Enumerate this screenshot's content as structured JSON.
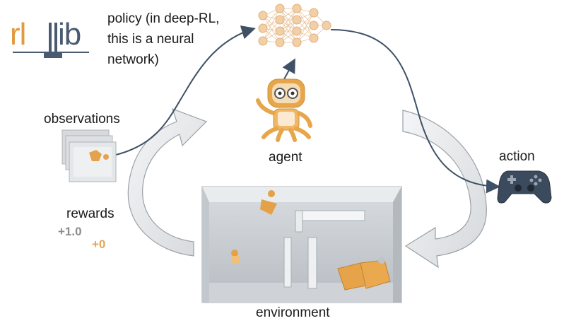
{
  "logo": {
    "text_left": "rl",
    "text_right": "ib",
    "colors": {
      "orange": "#e19a3e",
      "slate": "#4a5a70"
    }
  },
  "policy": {
    "line1": "policy (in deep-RL,",
    "line2": "this is a neural",
    "line3": "network)"
  },
  "labels": {
    "agent": "agent",
    "action": "action",
    "observations": "observations",
    "rewards": "rewards",
    "environment": "environment"
  },
  "reward_values": {
    "first": "+1.0",
    "second": "+0"
  },
  "colors": {
    "reward_first": "#8c8c8c",
    "reward_second": "#e2a65a",
    "node": "#f2cfa6",
    "arrow_line": "#3f5166",
    "curved_arrow_fill": "#e8eaec"
  },
  "icons": {
    "agent": "robot-icon",
    "action": "gamepad-icon",
    "policy": "neural-network-icon",
    "observations": "screenshot-stack-icon",
    "environment": "game-scene-icon"
  }
}
